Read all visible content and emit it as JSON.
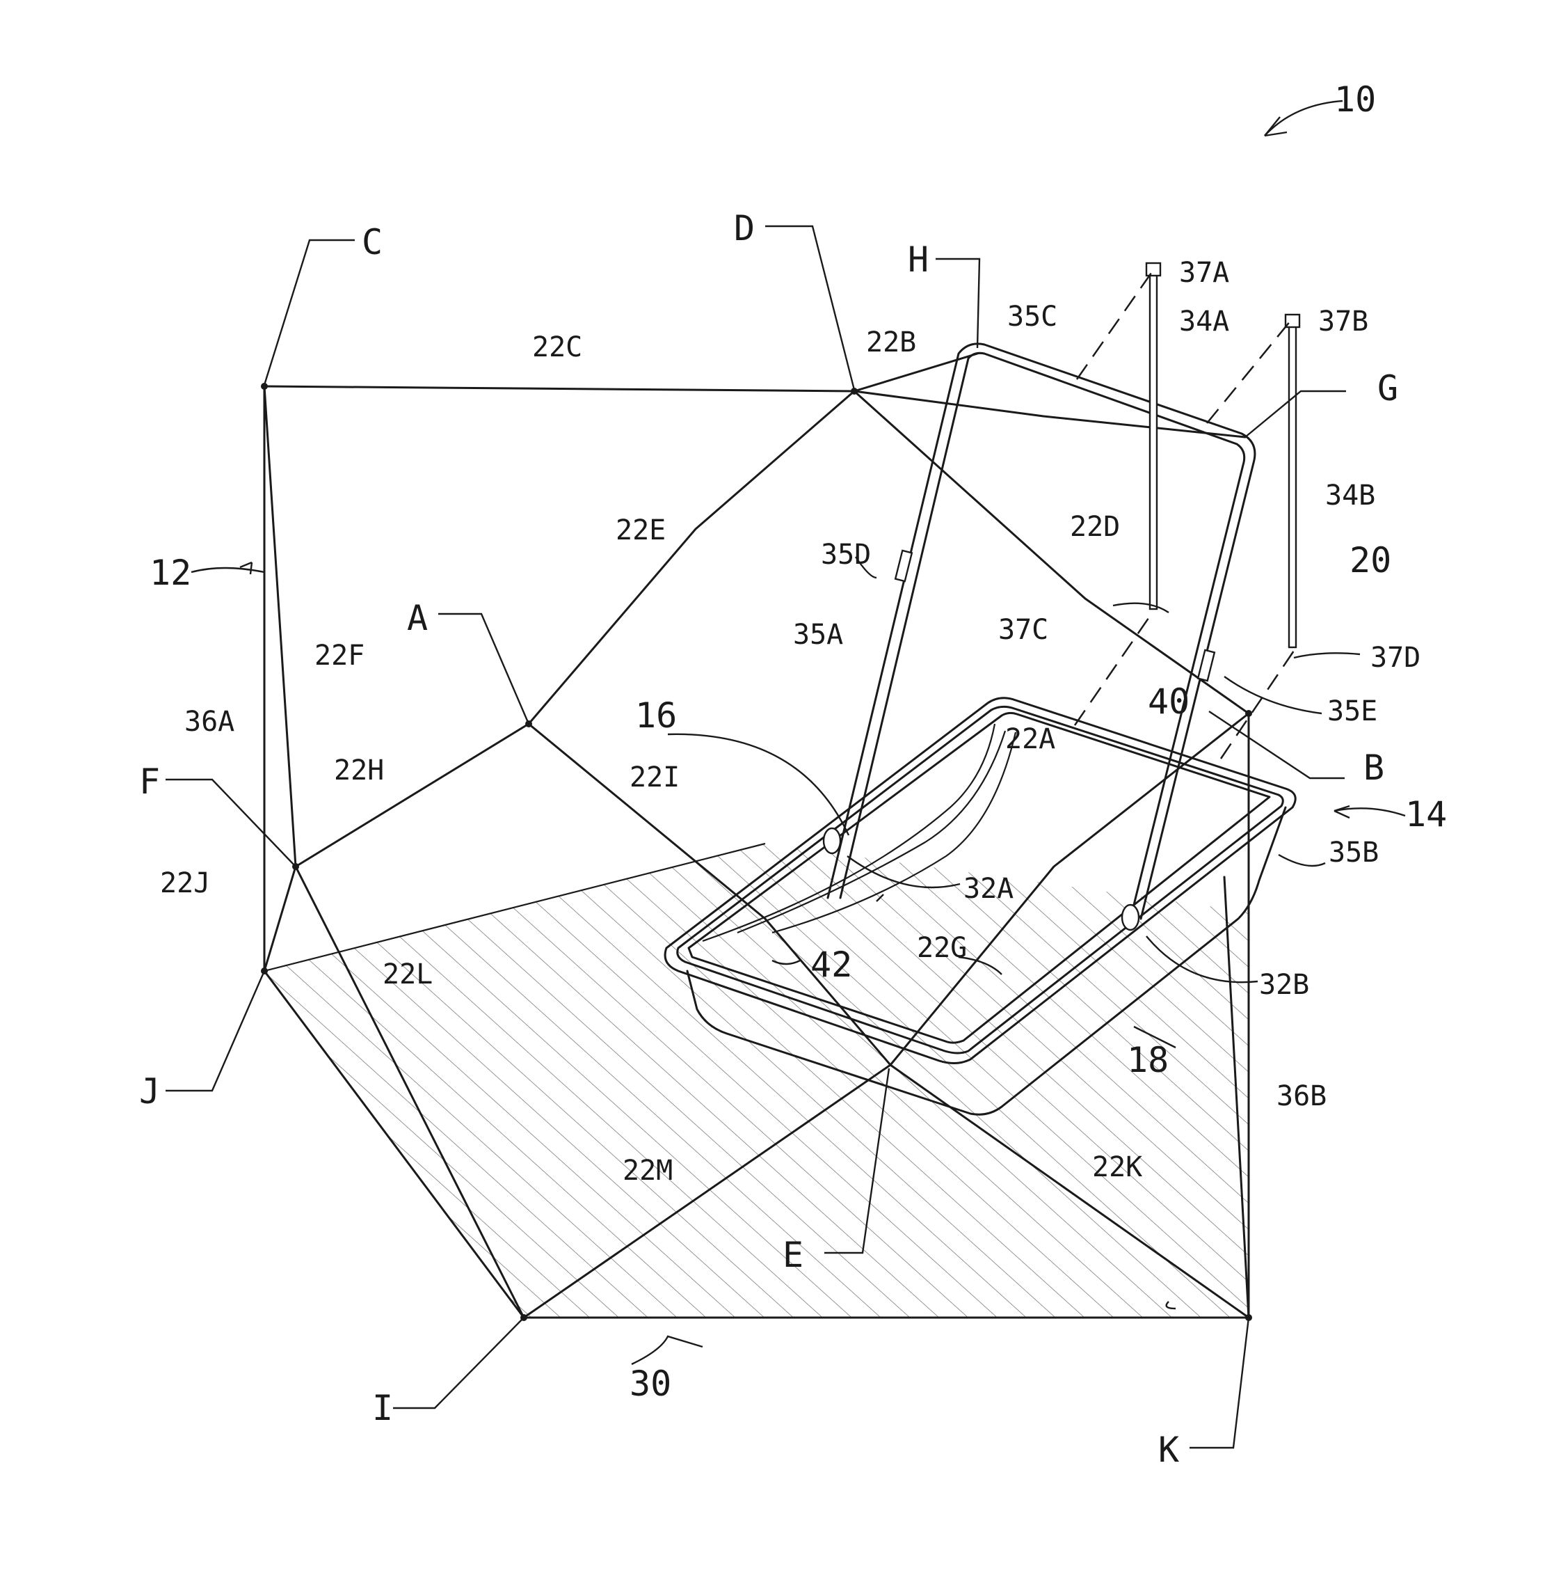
{
  "figure": {
    "labels": {
      "l10": "10",
      "l12": "12",
      "l14": "14",
      "l16": "16",
      "l18": "18",
      "l20": "20",
      "l30": "30",
      "l40": "40",
      "l42": "42",
      "l22A": "22A",
      "l22B": "22B",
      "l22C": "22C",
      "l22D": "22D",
      "l22E": "22E",
      "l22F": "22F",
      "l22G": "22G",
      "l22H": "22H",
      "l22I": "22I",
      "l22J": "22J",
      "l22K": "22K",
      "l22L": "22L",
      "l22M": "22M",
      "l32A": "32A",
      "l32B": "32B",
      "l34A": "34A",
      "l34B": "34B",
      "l35A": "35A",
      "l35B": "35B",
      "l35C": "35C",
      "l35D": "35D",
      "l35E": "35E",
      "l36A": "36A",
      "l36B": "36B",
      "l37A": "37A",
      "l37B": "37B",
      "l37C": "37C",
      "l37D": "37D",
      "pA": "A",
      "pB": "B",
      "pC": "C",
      "pD": "D",
      "pE": "E",
      "pF": "F",
      "pG": "G",
      "pH": "H",
      "pI": "I",
      "pJ": "J",
      "pK": "K"
    }
  }
}
